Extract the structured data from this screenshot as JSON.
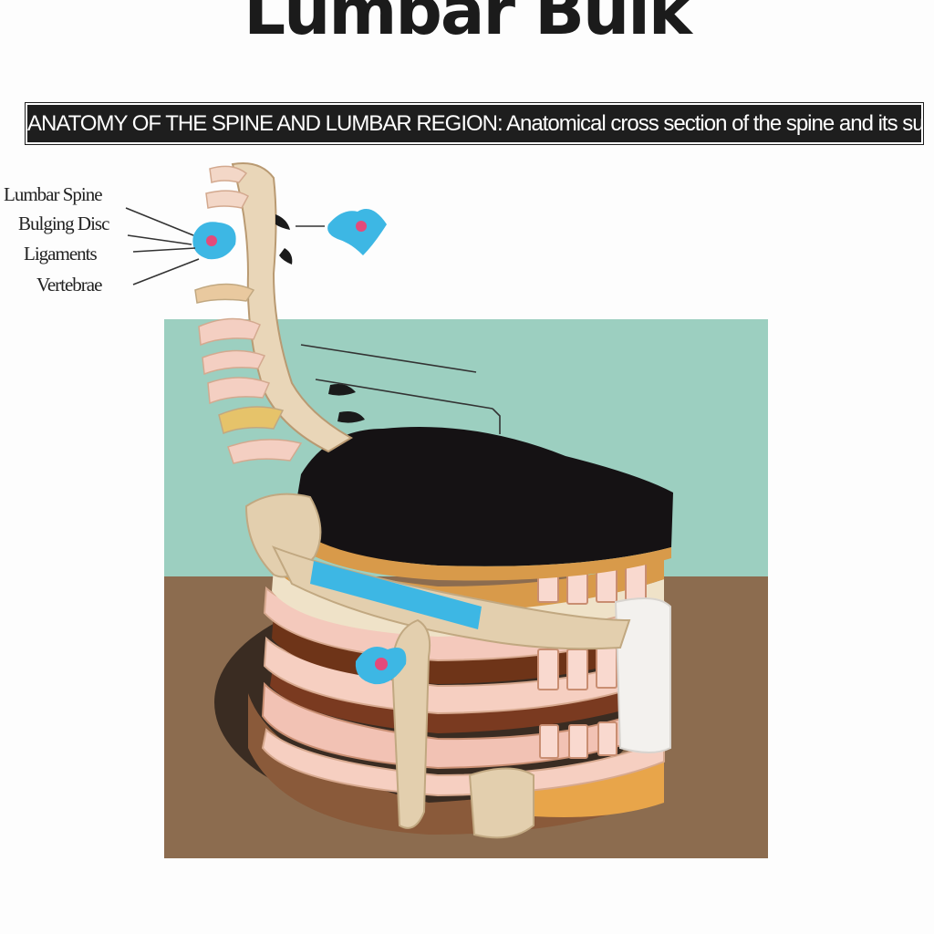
{
  "title": "Lumbar Bulk",
  "banner": {
    "text": "ANATOMY OF THE SPINE AND LUMBAR REGION: Anatomical cross section of the spine and its surrounding tissues"
  },
  "callouts": [
    {
      "label": "Lumbar Spine"
    },
    {
      "label": "Bulging Disc"
    },
    {
      "label": "Ligaments"
    },
    {
      "label": "Vertebrae"
    }
  ],
  "colors": {
    "wall": "#9ccfc0",
    "floor": "#8c6c4f",
    "bone": "#e9cfa9",
    "flesh": "#f4c9bc",
    "accent_blue": "#3db7e4",
    "accent_pink": "#e44a7a",
    "cushion": "#151214"
  }
}
